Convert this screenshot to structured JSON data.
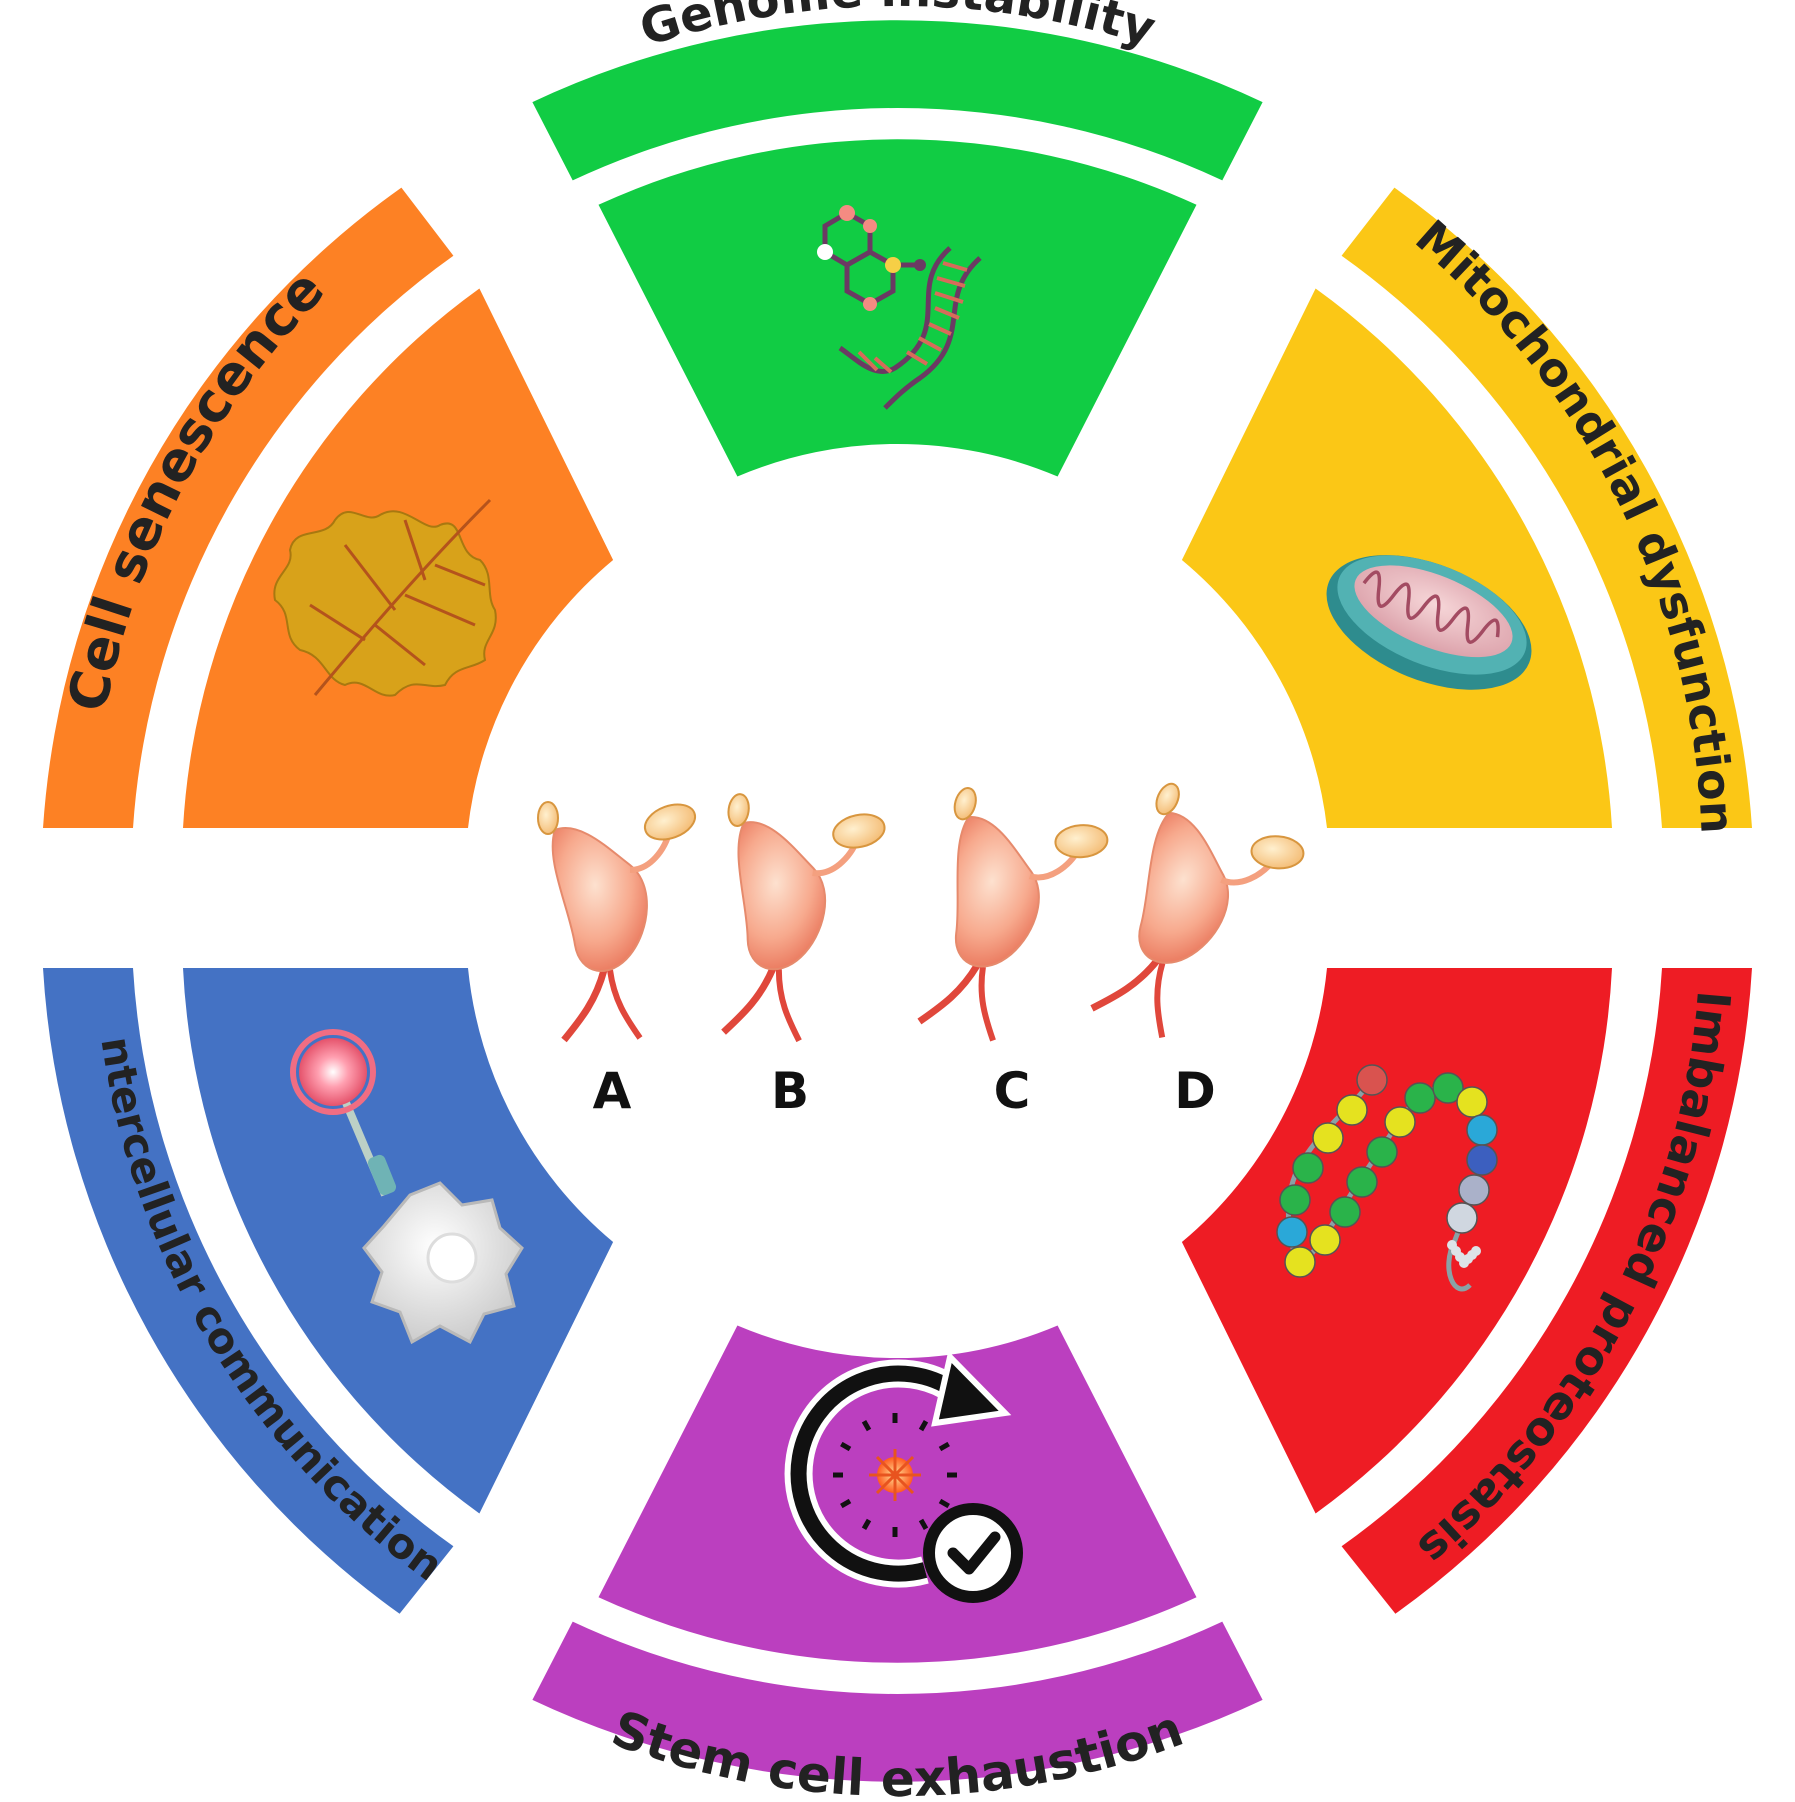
{
  "segments": [
    {
      "id": "genome",
      "label": "Genome instability",
      "color": "#11cc44",
      "icon": "dna-icon"
    },
    {
      "id": "mito",
      "label": "Mitochondrial dysfunction",
      "color": "#fbc716",
      "icon": "mitochondrion-icon"
    },
    {
      "id": "proteo",
      "label": "Imbalanced proteostasis",
      "color": "#ee1c24",
      "icon": "protein-chain-icon"
    },
    {
      "id": "stem",
      "label": "Stem cell exhaustion",
      "color": "#bb3fbf",
      "icon": "stem-cell-cycle-icon"
    },
    {
      "id": "comm",
      "label": "Intercellular communication",
      "color": "#4472c4",
      "icon": "cell-signaling-icon"
    },
    {
      "id": "senesc",
      "label": "Cell senescence",
      "color": "#fd8124",
      "icon": "autumn-leaf-icon"
    }
  ],
  "stages": [
    "A",
    "B",
    "C",
    "D"
  ],
  "stage_icon": "uterus-ovary-icon"
}
